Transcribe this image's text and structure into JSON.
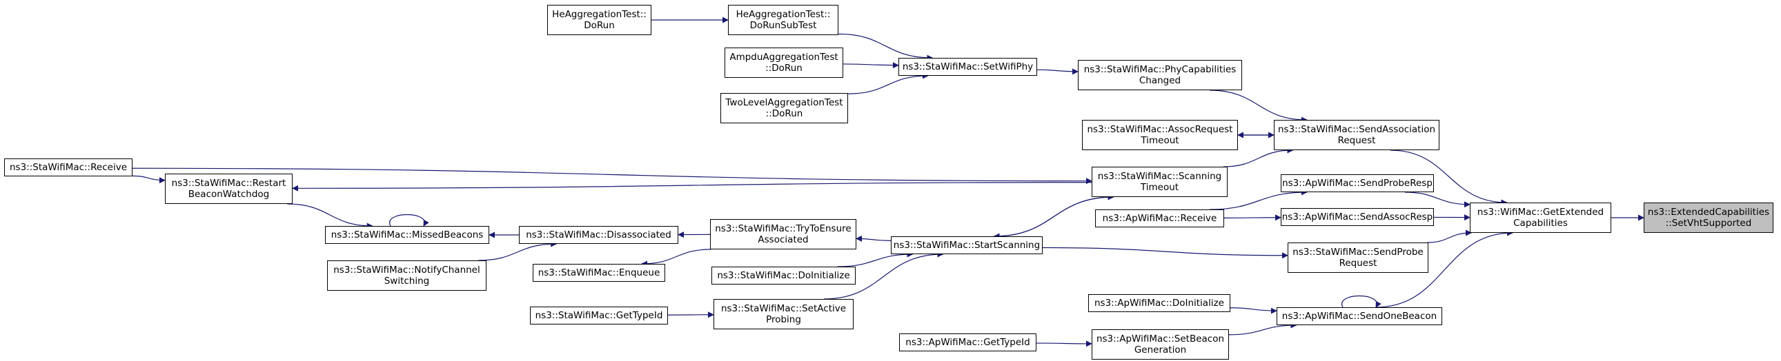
{
  "nodes": {
    "set_vht_supported": [
      "ns3::ExtendedCapabilities",
      "::SetVhtSupported"
    ],
    "get_extended_capabilities": [
      "ns3::WifiMac::GetExtended",
      "Capabilities"
    ],
    "send_association_request": [
      "ns3::StaWifiMac::SendAssociation",
      "Request"
    ],
    "send_probe_resp": [
      "ns3::ApWifiMac::SendProbeResp"
    ],
    "send_assoc_resp": [
      "ns3::ApWifiMac::SendAssocResp"
    ],
    "send_probe_request": [
      "ns3::StaWifiMac::SendProbe",
      "Request"
    ],
    "send_one_beacon": [
      "ns3::ApWifiMac::SendOneBeacon"
    ],
    "phy_capabilities_changed": [
      "ns3::StaWifiMac::PhyCapabilities",
      "Changed"
    ],
    "assoc_request_timeout": [
      "ns3::StaWifiMac::AssocRequest",
      "Timeout"
    ],
    "scanning_timeout": [
      "ns3::StaWifiMac::Scanning",
      "Timeout"
    ],
    "ap_receive": [
      "ns3::ApWifiMac::Receive"
    ],
    "start_scanning": [
      "ns3::StaWifiMac::StartScanning"
    ],
    "ap_do_initialize": [
      "ns3::ApWifiMac::DoInitialize"
    ],
    "set_beacon_generation": [
      "ns3::ApWifiMac::SetBeacon",
      "Generation"
    ],
    "ap_get_type_id": [
      "ns3::ApWifiMac::GetTypeId"
    ],
    "set_wifi_phy": [
      "ns3::StaWifiMac::SetWifiPhy"
    ],
    "he_do_run_sub_test": [
      "HeAggregationTest::",
      "DoRunSubTest"
    ],
    "he_do_run": [
      "HeAggregationTest::",
      "DoRun"
    ],
    "ampdu_do_run": [
      "AmpduAggregationTest",
      "::DoRun"
    ],
    "two_level_do_run": [
      "TwoLevelAggregationTest",
      "::DoRun"
    ],
    "sta_receive": [
      "ns3::StaWifiMac::Receive"
    ],
    "restart_beacon_watchdog": [
      "ns3::StaWifiMac::Restart",
      "BeaconWatchdog"
    ],
    "missed_beacons": [
      "ns3::StaWifiMac::MissedBeacons"
    ],
    "disassociated": [
      "ns3::StaWifiMac::Disassociated"
    ],
    "notify_channel_switching": [
      "ns3::StaWifiMac::NotifyChannel",
      "Switching"
    ],
    "try_to_ensure_associated": [
      "ns3::StaWifiMac::TryToEnsure",
      "Associated"
    ],
    "enqueue": [
      "ns3::StaWifiMac::Enqueue"
    ],
    "sta_do_initialize": [
      "ns3::StaWifiMac::DoInitialize"
    ],
    "set_active_probing": [
      "ns3::StaWifiMac::SetActive",
      "Probing"
    ],
    "sta_get_type_id": [
      "ns3::StaWifiMac::GetTypeId"
    ]
  },
  "edges": [
    [
      "get_extended_capabilities",
      "set_vht_supported"
    ],
    [
      "send_association_request",
      "get_extended_capabilities"
    ],
    [
      "send_probe_resp",
      "get_extended_capabilities"
    ],
    [
      "send_assoc_resp",
      "get_extended_capabilities"
    ],
    [
      "send_probe_request",
      "get_extended_capabilities"
    ],
    [
      "send_one_beacon",
      "get_extended_capabilities"
    ],
    [
      "phy_capabilities_changed",
      "send_association_request"
    ],
    [
      "assoc_request_timeout",
      "send_association_request"
    ],
    [
      "send_association_request",
      "assoc_request_timeout"
    ],
    [
      "scanning_timeout",
      "send_association_request"
    ],
    [
      "ap_receive",
      "send_probe_resp"
    ],
    [
      "ap_receive",
      "send_assoc_resp"
    ],
    [
      "start_scanning",
      "send_probe_request"
    ],
    [
      "ap_do_initialize",
      "send_one_beacon"
    ],
    [
      "set_beacon_generation",
      "send_one_beacon"
    ],
    [
      "send_one_beacon",
      "send_one_beacon"
    ],
    [
      "ap_get_type_id",
      "set_beacon_generation"
    ],
    [
      "set_wifi_phy",
      "phy_capabilities_changed"
    ],
    [
      "he_do_run_sub_test",
      "set_wifi_phy"
    ],
    [
      "he_do_run",
      "he_do_run_sub_test"
    ],
    [
      "ampdu_do_run",
      "set_wifi_phy"
    ],
    [
      "two_level_do_run",
      "set_wifi_phy"
    ],
    [
      "sta_receive",
      "scanning_timeout"
    ],
    [
      "sta_receive",
      "restart_beacon_watchdog"
    ],
    [
      "scanning_timeout",
      "restart_beacon_watchdog"
    ],
    [
      "start_scanning",
      "scanning_timeout"
    ],
    [
      "scanning_timeout",
      "start_scanning"
    ],
    [
      "restart_beacon_watchdog",
      "missed_beacons"
    ],
    [
      "missed_beacons",
      "missed_beacons"
    ],
    [
      "disassociated",
      "missed_beacons"
    ],
    [
      "notify_channel_switching",
      "disassociated"
    ],
    [
      "try_to_ensure_associated",
      "disassociated"
    ],
    [
      "try_to_ensure_associated",
      "enqueue"
    ],
    [
      "start_scanning",
      "try_to_ensure_associated"
    ],
    [
      "sta_do_initialize",
      "start_scanning"
    ],
    [
      "set_active_probing",
      "start_scanning"
    ],
    [
      "sta_get_type_id",
      "set_active_probing"
    ]
  ],
  "colors": {
    "edge": "#191970",
    "node_border": "#000000",
    "root_fill": "#bfbfbf",
    "node_fill": "#ffffff"
  }
}
